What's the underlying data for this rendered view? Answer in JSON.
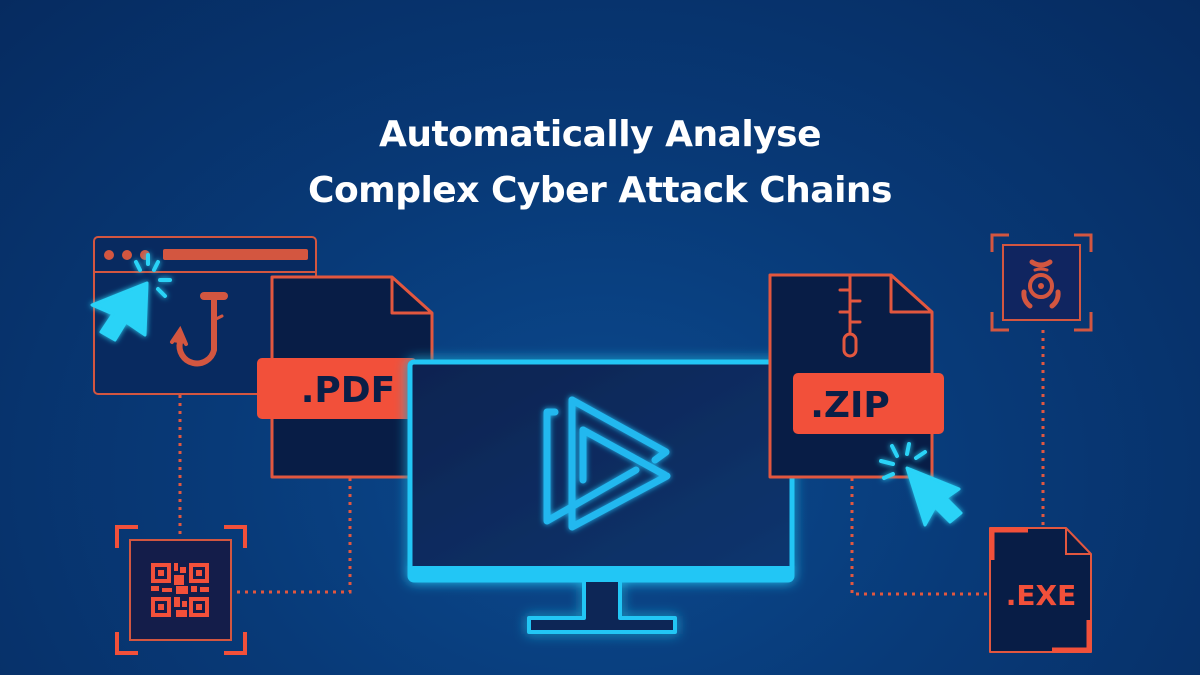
{
  "headline": {
    "line1": "Automatically Analyse",
    "line2": "Complex Cyber Attack Chains"
  },
  "colors": {
    "background": "#083a78",
    "accent_red": "#f2503a",
    "outline_red": "#e2573f",
    "neon_cyan": "#22c6f5",
    "dark_panel": "#071d45",
    "headline_text": "#ffffff"
  },
  "nodes": {
    "phishing_browser": {
      "icon": "fishing-hook-icon"
    },
    "pdf_file": {
      "label": ".PDF",
      "icon": "document-icon"
    },
    "qr_code": {
      "icon": "qr-code-icon"
    },
    "monitor": {
      "icon": "play-logo-icon"
    },
    "zip_file": {
      "label": ".ZIP",
      "icon": "zipper-icon"
    },
    "biohazard": {
      "icon": "biohazard-icon"
    },
    "exe_file": {
      "label": ".EXE",
      "icon": "document-icon"
    }
  }
}
